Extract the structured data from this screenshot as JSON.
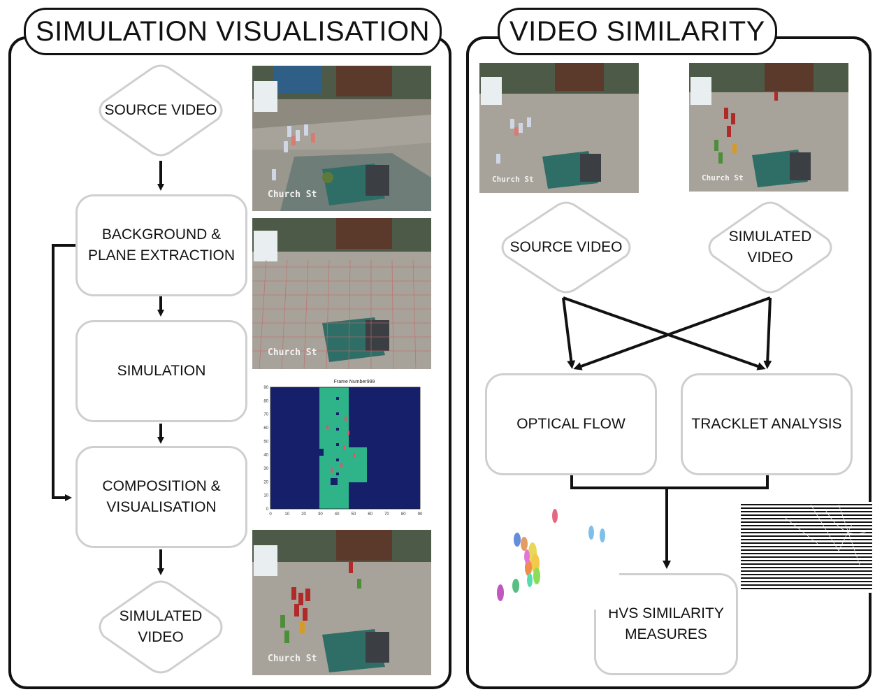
{
  "left_panel": {
    "title": "SIMULATION VISUALISATION",
    "nodes": {
      "source_video": "SOURCE VIDEO",
      "background": "BACKGROUND &\nPLANE EXTRACTION",
      "simulation": "SIMULATION",
      "composition": "COMPOSITION &\nVISUALISATION",
      "simulated_video": "SIMULATED\nVIDEO"
    },
    "camera_caption": "Church St",
    "sim_plot": {
      "title": "Frame Number999",
      "x_ticks": [
        "0",
        "10",
        "20",
        "30",
        "40",
        "50",
        "60",
        "70",
        "80",
        "90"
      ],
      "y_ticks": [
        "90",
        "80",
        "70",
        "60",
        "50",
        "40",
        "30",
        "20",
        "10",
        "0"
      ]
    }
  },
  "right_panel": {
    "title": "VIDEO SIMILARITY",
    "nodes": {
      "source_video": "SOURCE VIDEO",
      "simulated_video": "SIMULATED\nVIDEO",
      "optical_flow": "OPTICAL FLOW",
      "tracklet_analysis": "TRACKLET ANALYSIS",
      "hvs": "HVS SIMILARITY\nMEASURES"
    },
    "camera_caption": "Church St"
  },
  "colors": {
    "panel_border": "#111111",
    "box_border": "#cfcfcf",
    "sim_background": "#16206a",
    "sim_walkable": "#2fb48a"
  }
}
